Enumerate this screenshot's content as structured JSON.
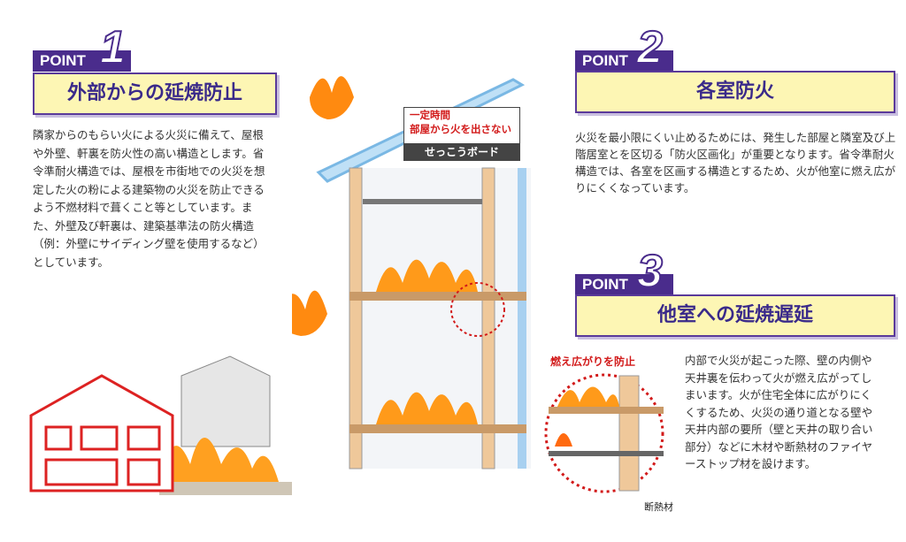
{
  "point1": {
    "tag": "POINT",
    "number": "1",
    "title": "外部からの延焼防止",
    "body": "隣家からのもらい火による火災に備えて、屋根や外壁、軒裏を防火性の高い構造とします。省令準耐火構造では、屋根を市街地での火災を想定した火の粉による建築物の火災を防止できるよう不燃材料で葺くこと等としています。また、外壁及び軒裏は、建築基準法の防火構造（例：外壁にサイディング壁を使用するなど）としています。"
  },
  "point2": {
    "tag": "POINT",
    "number": "2",
    "title": "各室防火",
    "body": "火災を最小限にくい止めるためには、発生した部屋と隣室及び上階居室とを区切る「防火区画化」が重要となります。省令準耐火構造では、各室を区画する構造とするため、火が他室に燃え広がりにくくなっています。"
  },
  "point3": {
    "tag": "POINT",
    "number": "3",
    "title": "他室への延焼遅延",
    "body": "内部で火災が起こった際、壁の内側や天井裏を伝わって火が燃え広がってしまいます。火が住宅全体に広がりにくくするため、火災の通り道となる壁や天井内部の要所（壁と天井の取り合い部分）などに木材や断熱材のファイヤーストップ材を設けます。",
    "callout": "燃え広がりを防止",
    "insulation_label": "断熱材"
  },
  "diagram": {
    "notice_line1": "一定時間",
    "notice_line2": "部屋から火を出さない",
    "board_label": "せっこうボード"
  },
  "colors": {
    "purple": "#4a2c8c",
    "yellow": "#fdf6b4",
    "red": "#d21a1a"
  }
}
